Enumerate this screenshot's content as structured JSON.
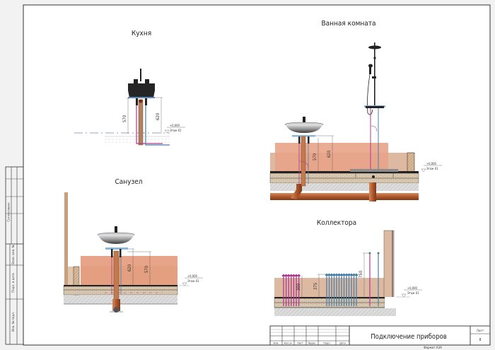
{
  "sheet": {
    "title": "Подключение приборов",
    "sheet_label": "Лист",
    "sheet_number": "8",
    "format": "Формат А3А",
    "stamp_columns": [
      "Изм.",
      "Кол.уч",
      "Лист",
      "№док.",
      "Подп.",
      "Дата"
    ],
    "side_labels": [
      "Согласовано",
      "Взам. инв. №",
      "Подп. и дата",
      "Инв. № подл."
    ]
  },
  "views": {
    "kitchen": {
      "title": "Кухня",
      "dims": [
        "570",
        "620"
      ],
      "level": "+0,000",
      "level_name": "Этаж 01"
    },
    "bathroom": {
      "title": "Ванная комната",
      "dims": [
        "570",
        "620"
      ],
      "level": "+0,000",
      "level_name": "Этаж 01"
    },
    "toilet": {
      "title": "Санузел",
      "dims": [
        "620",
        "570"
      ],
      "level": "+0,000",
      "level_name": "Этаж 01"
    },
    "collectors": {
      "title": "Коллектора",
      "dims": [
        "300",
        "375",
        "750"
      ],
      "level": "+0,000",
      "level_name": "Этаж 01"
    }
  },
  "colors": {
    "hot_pipe": "#b0398f",
    "cold_pipe": "#4a7fa8",
    "sewer_pipe": "#b8643a",
    "tile": "#e8a488",
    "wall": "#d8b89a",
    "screed": "#d9c7b0",
    "concrete": "#d8d8d8",
    "frame": "#333333"
  }
}
